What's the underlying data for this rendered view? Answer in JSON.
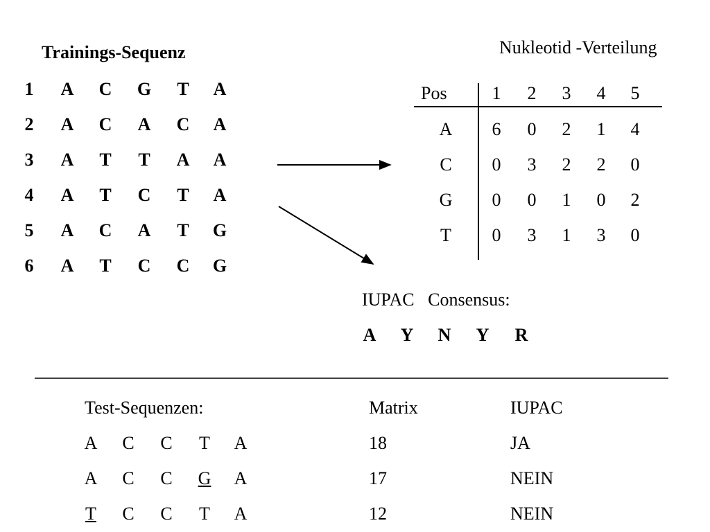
{
  "training": {
    "title": "Trainings-Sequenz",
    "rows": [
      {
        "num": "1",
        "bases": [
          "A",
          "C",
          "G",
          "T",
          "A"
        ]
      },
      {
        "num": "2",
        "bases": [
          "A",
          "C",
          "A",
          "C",
          "A"
        ]
      },
      {
        "num": "3",
        "bases": [
          "A",
          "T",
          "T",
          "A",
          "A"
        ]
      },
      {
        "num": "4",
        "bases": [
          "A",
          "T",
          "C",
          "T",
          "A"
        ]
      },
      {
        "num": "5",
        "bases": [
          "A",
          "C",
          "A",
          "T",
          "G"
        ]
      },
      {
        "num": "6",
        "bases": [
          "A",
          "T",
          "C",
          "C",
          "G"
        ]
      }
    ]
  },
  "distribution": {
    "title": "Nukleotid -Verteilung",
    "header_label": "Pos",
    "positions": [
      "1",
      "2",
      "3",
      "4",
      "5"
    ],
    "rows": [
      {
        "nuc": "A",
        "counts": [
          "6",
          "0",
          "2",
          "1",
          "4"
        ]
      },
      {
        "nuc": "C",
        "counts": [
          "0",
          "3",
          "2",
          "2",
          "0"
        ]
      },
      {
        "nuc": "G",
        "counts": [
          "0",
          "0",
          "1",
          "0",
          "2"
        ]
      },
      {
        "nuc": "T",
        "counts": [
          "0",
          "3",
          "1",
          "3",
          "0"
        ]
      }
    ]
  },
  "consensus": {
    "label": "IUPAC   Consensus:",
    "letters": [
      "A",
      "Y",
      "N",
      "Y",
      "R"
    ]
  },
  "tests": {
    "header": {
      "sequences": "Test-Sequenzen:",
      "matrix": "Matrix",
      "iupac": "IUPAC"
    },
    "rows": [
      {
        "bases": [
          "A",
          "C",
          "C",
          "T",
          "A"
        ],
        "underlined": [],
        "matrix": "18",
        "iupac": "JA"
      },
      {
        "bases": [
          "A",
          "C",
          "C",
          "G",
          "A"
        ],
        "underlined": [
          3
        ],
        "matrix": "17",
        "iupac": "NEIN"
      },
      {
        "bases": [
          "T",
          "C",
          "C",
          "T",
          "A"
        ],
        "underlined": [
          0
        ],
        "matrix": "12",
        "iupac": "NEIN"
      }
    ]
  }
}
